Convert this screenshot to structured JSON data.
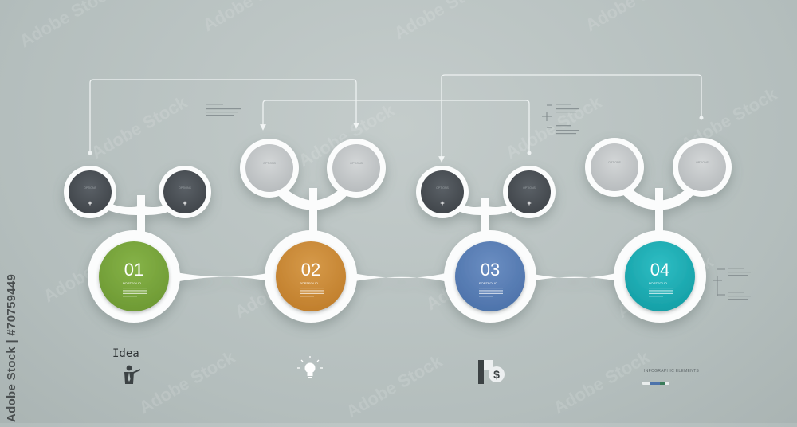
{
  "stock_id": "Adobe Stock | #70759449",
  "idea_label": "Idea",
  "caption": "INFOGRAPHIC ELEMENTS",
  "small_circle_label": "OPTIONS",
  "colors": {
    "background": "#b8c2c1",
    "white_track": "#fbfcfc",
    "connector": "#ecf0f0",
    "dark_bud": "#4d5258",
    "light_bud": "#c4c8ca"
  },
  "steps": [
    {
      "number": "01",
      "title": "PORTFOLIO",
      "color": "#6e9a34",
      "color_light": "#86b348",
      "icon": "presenter-icon"
    },
    {
      "number": "02",
      "title": "PORTFOLIO",
      "color": "#c17f2c",
      "color_light": "#d69a4a",
      "icon": "lightbulb-icon"
    },
    {
      "number": "03",
      "title": "PORTFOLIO",
      "color": "#4d73ab",
      "color_light": "#6b8ec2",
      "icon": "money-icon"
    },
    {
      "number": "04",
      "title": "PORTFOLIO",
      "color": "#15a0a7",
      "color_light": "#2fbec4",
      "icon": ""
    }
  ]
}
